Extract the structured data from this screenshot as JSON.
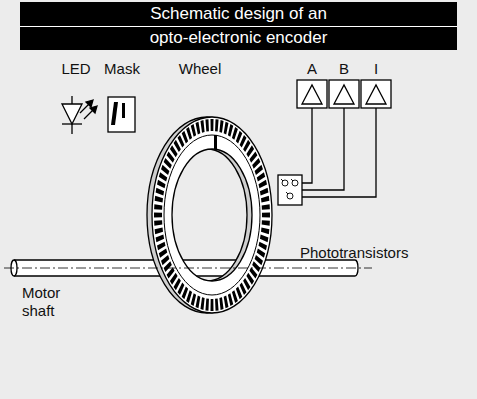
{
  "diagram": {
    "title": "Schematic design of an opto-electronic encoder",
    "labels": [
      "LED",
      "Mask",
      "Wheel",
      "A",
      "B",
      "I",
      "Phototransistors",
      "Motor shaft"
    ]
  }
}
